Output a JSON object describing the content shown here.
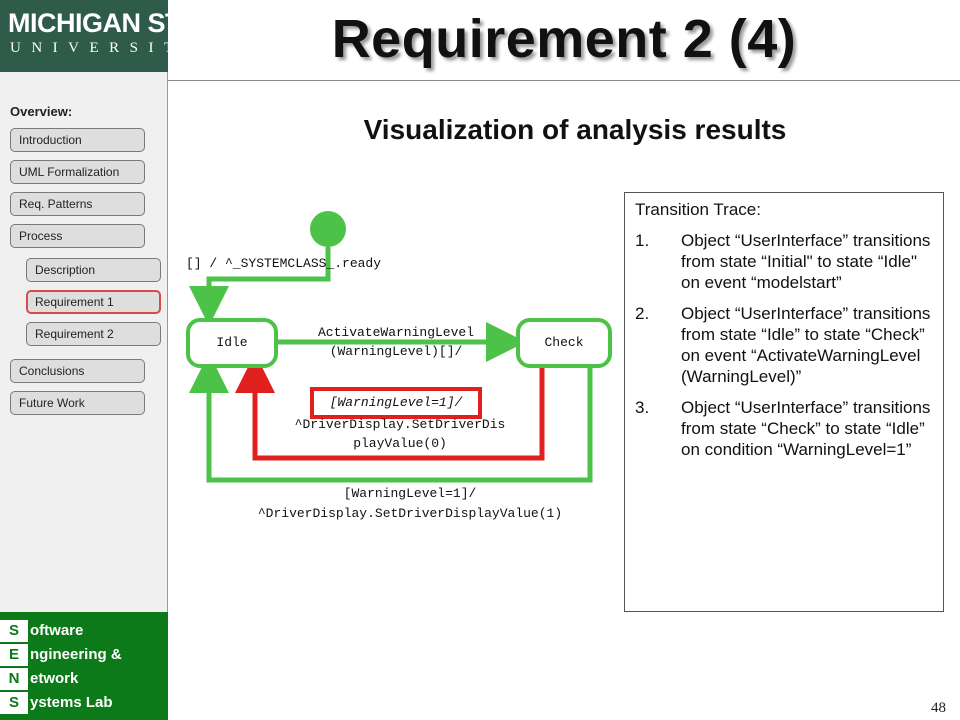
{
  "logo": {
    "line1": "MICHIGAN STATE",
    "line2": "UNIVERSITY"
  },
  "sidebar": {
    "heading": "Overview:",
    "items": [
      {
        "label": "Introduction"
      },
      {
        "label": "UML Formalization"
      },
      {
        "label": "Req. Patterns"
      },
      {
        "label": "Process"
      },
      {
        "label": "Description"
      },
      {
        "label": "Requirement 1"
      },
      {
        "label": "Requirement 2"
      },
      {
        "label": "Conclusions"
      },
      {
        "label": "Future Work"
      }
    ],
    "lab": [
      {
        "letter": "S",
        "rest": "oftware"
      },
      {
        "letter": "E",
        "rest": "ngineering &"
      },
      {
        "letter": "N",
        "rest": "etwork"
      },
      {
        "letter": "S",
        "rest": "ystems Lab"
      }
    ]
  },
  "slide": {
    "title": "Requirement 2 (4)",
    "subtitle": "Visualization of analysis results",
    "page_number": "48"
  },
  "diagram": {
    "initial_label": "[] / ^_SYSTEMCLASS_.ready",
    "state_idle": "Idle",
    "state_check": "Check",
    "activate_line1": "ActivateWarningLevel",
    "activate_line2": "(WarningLevel)[]/",
    "red_guard": "[WarningLevel=1]/",
    "red_line2": "^DriverDisplay.SetDriverDis",
    "red_line3": "playValue(0)",
    "bottom_line1": "[WarningLevel=1]/",
    "bottom_line2": "^DriverDisplay.SetDriverDisplayValue(1)",
    "colors": {
      "green": "#4cc248",
      "red": "#e01f1f"
    }
  },
  "trace": {
    "title": "Transition Trace:",
    "items": [
      {
        "num": "1.",
        "text": "Object “UserInterface” transitions from state “Initial\" to state “Idle\" on event “modelstart”"
      },
      {
        "num": "2.",
        "text": "Object “UserInterface” transitions from state “Idle” to state “Check” on event “ActivateWarningLevel (WarningLevel)”"
      },
      {
        "num": "3.",
        "text": "Object “UserInterface” transitions from state “Check” to state “Idle” on condition “WarningLevel=1”"
      }
    ]
  }
}
